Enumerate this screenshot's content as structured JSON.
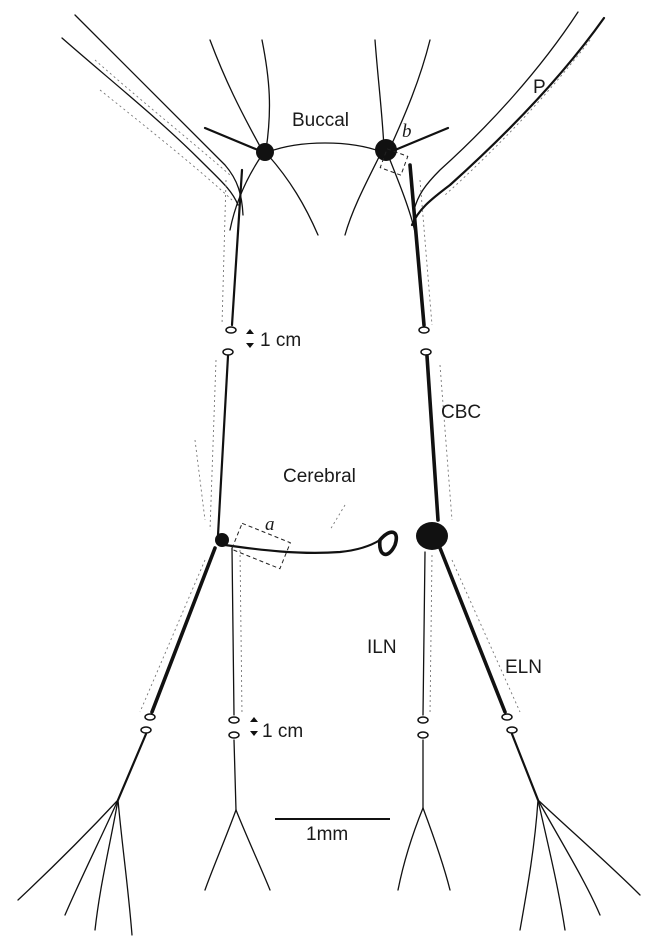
{
  "labels": {
    "buccal": "Buccal",
    "b": "b",
    "p": "P",
    "cerebral": "Cerebral",
    "a": "a",
    "cbc": "CBC",
    "iln": "ILN",
    "eln": "ELN",
    "cm_upper": "1 cm",
    "cm_lower": "1 cm",
    "scale_bar": "1mm"
  }
}
